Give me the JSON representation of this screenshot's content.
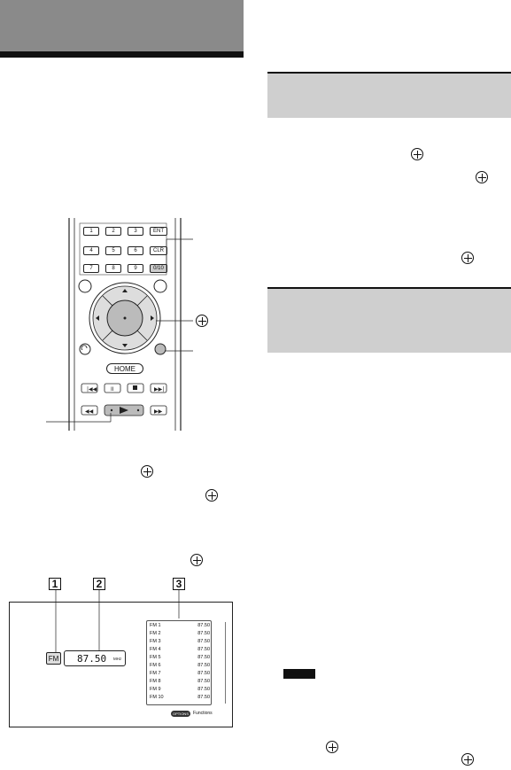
{
  "remote": {
    "keys": [
      {
        "label": "1"
      },
      {
        "label": "2"
      },
      {
        "label": "3"
      },
      {
        "label": "ENT"
      },
      {
        "label": "4"
      },
      {
        "label": "5"
      },
      {
        "label": "6"
      },
      {
        "label": "CLR"
      },
      {
        "label": "7"
      },
      {
        "label": "8"
      },
      {
        "label": "9"
      },
      {
        "label": "0/10"
      }
    ],
    "home_label": "HOME"
  },
  "callouts": {
    "one": "1",
    "two": "2",
    "three": "3"
  },
  "screen": {
    "band": "FM",
    "frequency": "87.50",
    "unit": "MHz",
    "presets": [
      {
        "name": "FM  1",
        "freq": "87.50"
      },
      {
        "name": "FM  2",
        "freq": "87.50"
      },
      {
        "name": "FM  3",
        "freq": "87.50"
      },
      {
        "name": "FM  4",
        "freq": "87.50"
      },
      {
        "name": "FM  5",
        "freq": "87.50"
      },
      {
        "name": "FM  6",
        "freq": "87.50"
      },
      {
        "name": "FM  7",
        "freq": "87.50"
      },
      {
        "name": "FM  8",
        "freq": "87.50"
      },
      {
        "name": "FM  9",
        "freq": "87.50"
      },
      {
        "name": "FM 10",
        "freq": "87.50"
      }
    ],
    "options_button": "OPTIONS",
    "options_label": "Functions"
  },
  "note_label": "Note"
}
